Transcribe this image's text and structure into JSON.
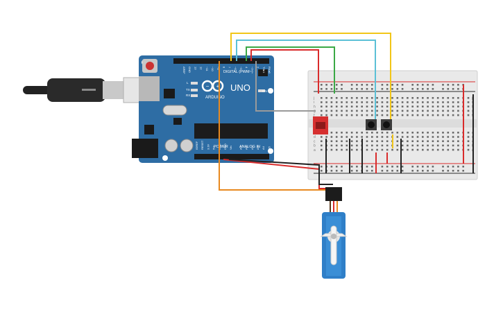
{
  "arduino": {
    "logo_text": "ARDUINO",
    "model": "UNO",
    "digital_label": "DIGITAL (PWM~)",
    "power_label": "POWER",
    "analog_label": "ANALOG IN",
    "on_label": "ON",
    "tx_label": "TX",
    "rx_label": "RX",
    "l_label": "L",
    "digital_pins": [
      "AREF",
      "GND",
      "13",
      "12",
      "~11",
      "~10",
      "~9",
      "8",
      "7",
      "~6",
      "~5",
      "4",
      "~3",
      "2",
      "TX▸1",
      "RX◂0"
    ],
    "power_pins": [
      "IOREF",
      "RESET",
      "3.3V",
      "5V",
      "GND",
      "GND",
      "Vin"
    ],
    "analog_pins": [
      "A0",
      "A1",
      "A2",
      "A3",
      "A4",
      "A5"
    ]
  },
  "breadboard": {
    "top_row_letters": [
      "j",
      "i",
      "h",
      "g",
      "f"
    ],
    "bottom_row_letters": [
      "e",
      "d",
      "c",
      "b",
      "a"
    ],
    "columns": 30
  },
  "colors": {
    "board": "#2e6da4",
    "board_dark": "#1f5282",
    "wire_yellow": "#f2c618",
    "wire_cyan": "#5bc0d6",
    "wire_green": "#3aa845",
    "wire_red": "#d92b2b",
    "wire_orange": "#e8891f",
    "wire_gray": "#9a9a9a",
    "wire_black": "#222222",
    "servo": "#2f7fc8",
    "switch": "#d62f2f"
  }
}
